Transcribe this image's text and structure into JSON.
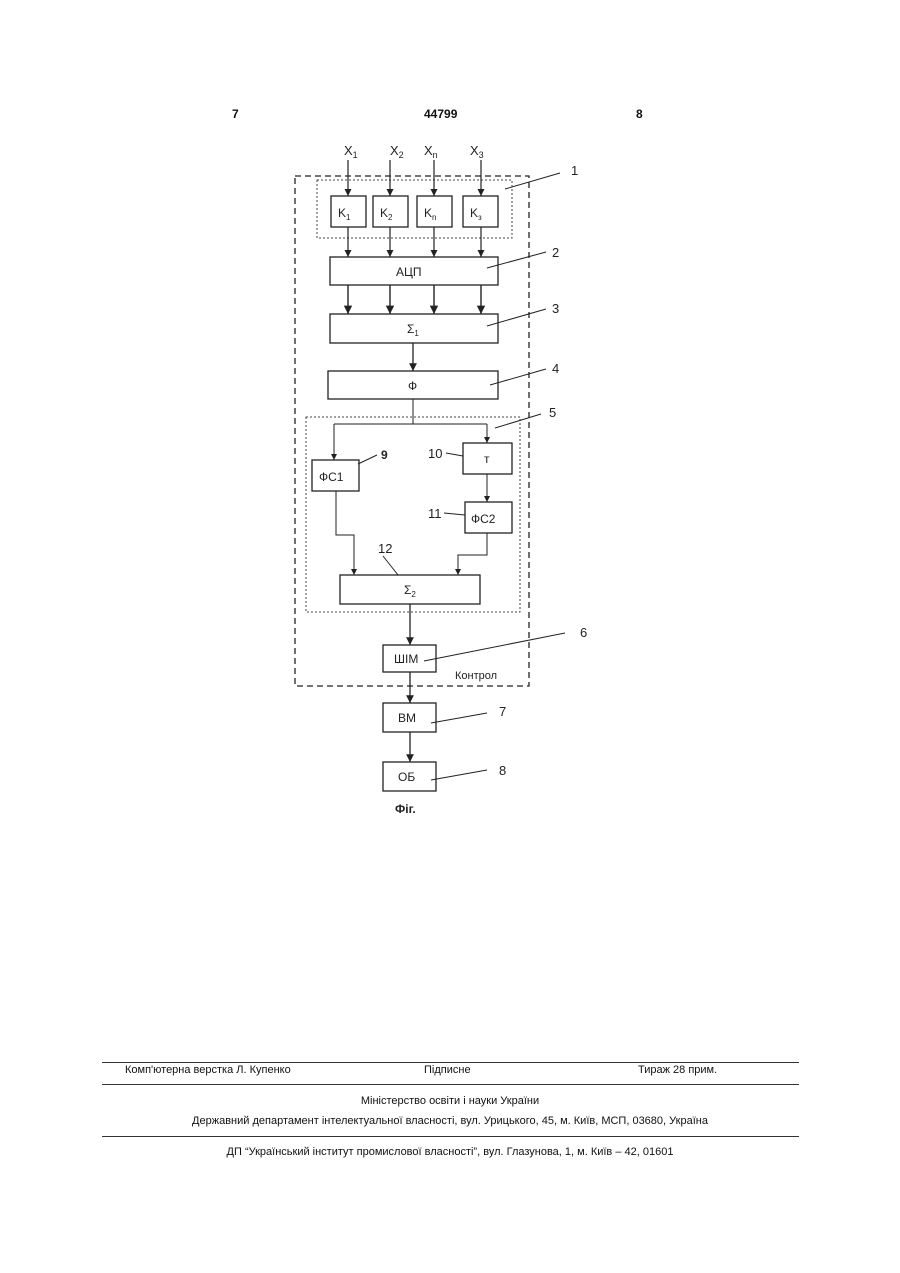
{
  "header": {
    "page_left": "7",
    "patent_number": "44799",
    "page_right": "8"
  },
  "figure": {
    "inputs": [
      {
        "main": "X",
        "sub": "1"
      },
      {
        "main": "X",
        "sub": "2"
      },
      {
        "main": "X",
        "sub": "n"
      },
      {
        "main": "X",
        "sub": "3"
      }
    ],
    "sensors": [
      {
        "main": "K",
        "sub": "1"
      },
      {
        "main": "K",
        "sub": "2"
      },
      {
        "main": "K",
        "sub": "n"
      },
      {
        "main": "K",
        "sub": "з"
      }
    ],
    "blocks": {
      "adc": "АЦП",
      "sum1_main": "Σ",
      "sum1_sub": "1",
      "filter": "Ф",
      "fs1": "ФС1",
      "t": "т",
      "fs2": "ФС2",
      "sum2_main": "Σ",
      "sum2_sub": "2",
      "pwm": "ШІМ",
      "vm": "ВМ",
      "ob": "ОБ"
    },
    "control_label": "Контрол",
    "callouts": [
      "1",
      "2",
      "3",
      "4",
      "5",
      "6",
      "7",
      "8",
      "9",
      "10",
      "11",
      "12"
    ],
    "caption": "Фіг."
  },
  "footer": {
    "layout": "Комп'ютерна верстка Л. Купенко",
    "signed": "Підписне",
    "circulation": "Тираж 28 прим.",
    "ministry": "Міністерство освіти і науки України",
    "department": "Державний департамент інтелектуальної власності, вул. Урицького, 45, м. Київ, МСП, 03680, Україна",
    "institute": "ДП “Український інститут промислової власності”, вул. Глазунова, 1, м. Київ – 42, 01601"
  }
}
